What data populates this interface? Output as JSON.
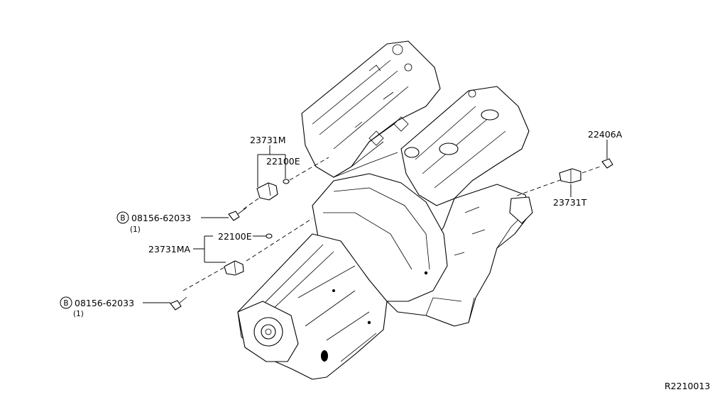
{
  "diagram": {
    "labels": {
      "p23731m": "23731M",
      "p22100e_top": "22100E",
      "p22406a": "22406A",
      "p23731t": "23731T",
      "bolt_top": "08156-62033",
      "bolt_top_qty": "(1)",
      "p22100e_mid": "22100E",
      "p23731ma": "23731MA",
      "bolt_bottom": "08156-62033",
      "bolt_bottom_qty": "(1)",
      "bolt_marker": "B",
      "ref_code": "R2210013"
    }
  }
}
